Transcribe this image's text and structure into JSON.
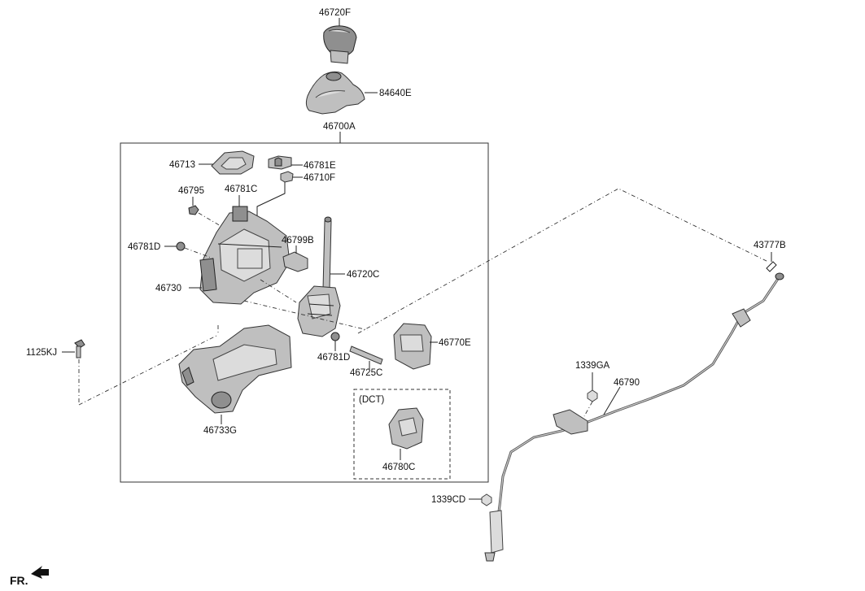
{
  "diagram": {
    "labels": {
      "p46720F": "46720F",
      "p84640E": "84640E",
      "p46700A": "46700A",
      "p46713": "46713",
      "p46781E": "46781E",
      "p46710F": "46710F",
      "p46795": "46795",
      "p46781C": "46781C",
      "p46781D_a": "46781D",
      "p46799B": "46799B",
      "p46720C": "46720C",
      "p46730": "46730",
      "p46781D_b": "46781D",
      "p46725C": "46725C",
      "p46770E": "46770E",
      "p1125KJ": "1125KJ",
      "p46733G": "46733G",
      "dct": "(DCT)",
      "p46780C": "46780C",
      "p43777B": "43777B",
      "p1339GA": "1339GA",
      "p46790": "46790",
      "p1339CD": "1339CD",
      "fr": "FR."
    }
  }
}
